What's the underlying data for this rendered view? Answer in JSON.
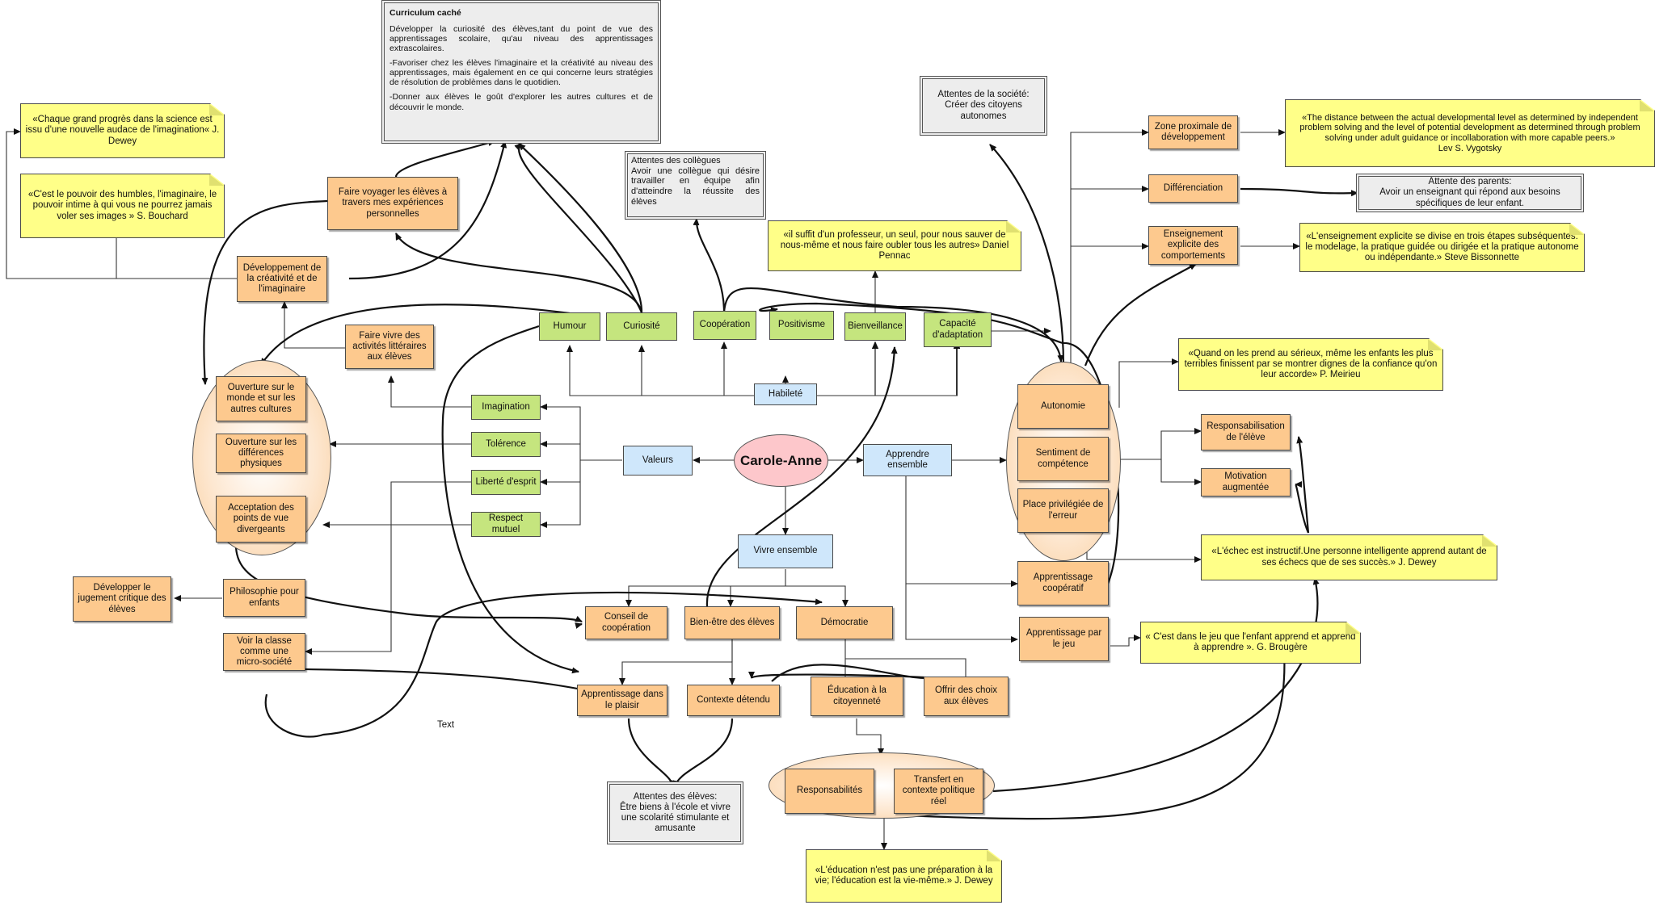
{
  "center": "Carole-Anne",
  "curriculum": {
    "title": "Curriculum caché",
    "p1": "Développer la curiosité des élèves,tant du point de vue des apprentissages scolaire, qu'au niveau des apprentissages extrascolaires.",
    "p2": "-Favoriser chez les élèves l'imaginaire et la créativité au niveau des apprentissages, mais également en ce qui concerne leurs stratégies de résolution de problèmes dans le quotidien.",
    "p3": "-Donner aux élèves le goût d'explorer les autres cultures et de découvrir le monde."
  },
  "hubs": {
    "habilete": "Habileté",
    "valeurs": "Valeurs",
    "apprendre": "Apprendre ensemble",
    "vivre": "Vivre ensemble"
  },
  "skills": {
    "humour": "Humour",
    "curiosite": "Curiosité",
    "cooperation": "Coopération",
    "positivisme": "Positivisme",
    "bienveillance": "Bienveillance",
    "adaptation": "Capacité d'adaptation"
  },
  "values": {
    "imagination": "Imagination",
    "tolerance": "Tolérence",
    "liberte": "Liberté d'esprit",
    "respect": "Respect mutuel"
  },
  "orange": {
    "voyager": "Faire voyager les élèves à travers mes expériences personnelles",
    "creativite": "Développement de la créativité et de l'imaginaire",
    "litteraires": "Faire vivre des activités littéraires aux élèves",
    "ouverture_monde": "Ouverture sur le monde et sur les autres cultures",
    "ouverture_diff": "Ouverture sur les différences physiques",
    "acceptation": "Acceptation des points de vue divergeants",
    "philosophie": "Philosophie pour enfants",
    "jugement": "Développer le jugement critique des élèves",
    "micro_societe": "Voir la classe comme une micro-société",
    "conseil": "Conseil de coopération",
    "bien_etre": "Bien-être des élèves",
    "democratie": "Démocratie",
    "plaisir": "Apprentissage dans le plaisir",
    "detendu": "Contexte détendu",
    "citoyennete": "Éducation à la citoyenneté",
    "choix": "Offrir des choix aux élèves",
    "responsabilites": "Responsabilités",
    "transfert": "Transfert en contexte politique réel",
    "autonomie": "Autonomie",
    "competence": "Sentiment de compétence",
    "erreur": "Place privilégiée de l'erreur",
    "cooperatif": "Apprentissage coopératif",
    "jeu": "Apprentissage par le jeu",
    "responsabilisation": "Responsabilisation de l'élève",
    "motivation": "Motivation augmentée",
    "zone": "Zone proximale de développement",
    "differenciation": "Différenciation",
    "explicite": "Enseignement explicite des comportements"
  },
  "attentes": {
    "collegues": "Attentes des collègues\nAvoir une collègue qui désire travailler en équipe afin d'atteindre la réussite des élèves",
    "societe": "Attentes de la société:\nCréer des citoyens autonomes",
    "parents": "Attente des parents:\nAvoir un enseignant qui répond aux besoins spécifiques de leur enfant.",
    "eleves": "Attentes des élèves:\nÊtre biens à l'école et vivre une scolarité stimulante et amusante"
  },
  "quotes": {
    "dewey_science": "«Chaque grand progrès dans la science est issu d'une nouvelle audace de l'imagination« J. Dewey",
    "bouchard": "«C'est le pouvoir des humbles, l'imaginaire, le pouvoir intime à qui vous ne pourrez jamais voler ses images » S. Bouchard",
    "pennac": "«il suffit d'un professeur, un seul, pour nous sauver de nous-même et nous faire oubler tous les autres» Daniel Pennac",
    "vygotsky": "«The distance between the actual developmental level as determined by independent problem solving and the level of potential development as determined through problem solving under adult guidance or incollaboration with more capable peers.»\nLev S. Vygotsky",
    "bissonnette": "«L'enseignement explicite se divise en trois étapes subséquentes: le modelage, la pratique guidée ou dirigée et la pratique autonome ou indépendante.» Steve Bissonnette",
    "meirieu": "«Quand on les prend au sérieux, même les enfants les plus terribles finissent par se montrer dignes de la confiance qu'on leur accorde» P. Meirieu",
    "dewey_echec": "«L'échec est instructif.Une personne intelligente apprend autant de ses échecs que de ses succès.» J. Dewey",
    "brougere": "« C'est dans le jeu que l'enfant apprend et apprend à apprendre ». G. Brougère",
    "dewey_vie": "«L'éducation n'est pas une préparation à la vie; l'éducation est la vie-même.» J. Dewey"
  },
  "stray_label": "Text"
}
